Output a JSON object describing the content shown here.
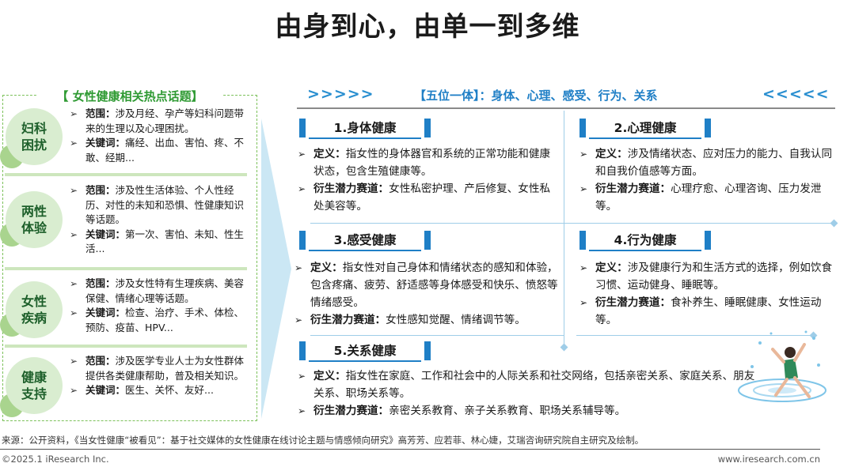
{
  "title": "由身到心，由单一到多维",
  "left": {
    "heading": "【 女性健康相关热点话题】",
    "topics": [
      {
        "name_l1": "妇科",
        "name_l2": "困扰",
        "scope_label": "范围：",
        "scope": "涉及月经、孕产等妇科问题带来的生理以及心理困扰。",
        "kw_label": "关键词：",
        "kw": "痛经、出血、害怕、疼、不敢、经期..."
      },
      {
        "name_l1": "两性",
        "name_l2": "体验",
        "scope_label": "范围：",
        "scope": "涉及性生活体验、个人性经历、对性的未知和恐惧、性健康知识等话题。",
        "kw_label": "关键词：",
        "kw": "第一次、害怕、未知、性生活..."
      },
      {
        "name_l1": "女性",
        "name_l2": "疾病",
        "scope_label": "范围：",
        "scope": "涉及女性特有生理疾病、美容保健、情绪心理等话题。",
        "kw_label": "关键词：",
        "kw": "检查、治疗、手术、体检、预防、疫苗、HPV..."
      },
      {
        "name_l1": "健康",
        "name_l2": "支持",
        "scope_label": "范围：",
        "scope": "涉及医学专业人士为女性群体提供各类健康帮助，普及相关知识。",
        "kw_label": "关键词：",
        "kw": "医生、关怀、友好..."
      }
    ]
  },
  "header": {
    "left_chevrons": ">>>>>",
    "text": "【五位一体】：身体、心理、感受、行为、关系",
    "right_chevrons": "<<<<<"
  },
  "sections": [
    {
      "title": "1.身体健康",
      "def_label": "定义：",
      "def": "指女性的身体器官和系统的正常功能和健康状态，包含生殖健康等。",
      "track_label": "衍生潜力赛道：",
      "track": "女性私密护理、产后修复、女性私处美容等。"
    },
    {
      "title": "2.心理健康",
      "def_label": "定义：",
      "def": "涉及情绪状态、应对压力的能力、自我认同和自我价值感等方面。",
      "track_label": "衍生潜力赛道：",
      "track": "心理疗愈、心理咨询、压力发泄等。"
    },
    {
      "title": "3.感受健康",
      "def_label": "定义：",
      "def": "指女性对自己身体和情绪状态的感知和体验，包含疼痛、疲劳、舒适感等身体感受和快乐、愤怒等情绪感受。",
      "track_label": "衍生潜力赛道：",
      "track": "女性感知觉醒、情绪调节等。"
    },
    {
      "title": "4.行为健康",
      "def_label": "定义：",
      "def": "涉及健康行为和生活方式的选择，例如饮食习惯、运动健身、睡眠等。",
      "track_label": "衍生潜力赛道：",
      "track": "食补养生、睡眠健康、女性运动等。"
    },
    {
      "title": "5.关系健康",
      "def_label": "定义：",
      "def": "指女性在家庭、工作和社会中的人际关系和社交网络，包括亲密关系、家庭关系、朋友关系、职场关系等。",
      "track_label": "衍生潜力赛道：",
      "track": "亲密关系教育、亲子关系教育、职场关系辅导等。"
    }
  ],
  "source": "来源：公开资料，《当女性健康“被看见”：基于社交媒体的女性健康在线讨论主题与情感倾向研究》高芳芳、应若菲、林心婕，艾瑞咨询研究院自主研究及绘制。",
  "copyright": "©2025.1 iResearch Inc.",
  "website": "www.iresearch.com.cn",
  "colors": {
    "green": "#2f9a33",
    "blue": "#1f7fc6",
    "light_green": "#d9edd0",
    "light_blue": "#cbe7f4"
  }
}
